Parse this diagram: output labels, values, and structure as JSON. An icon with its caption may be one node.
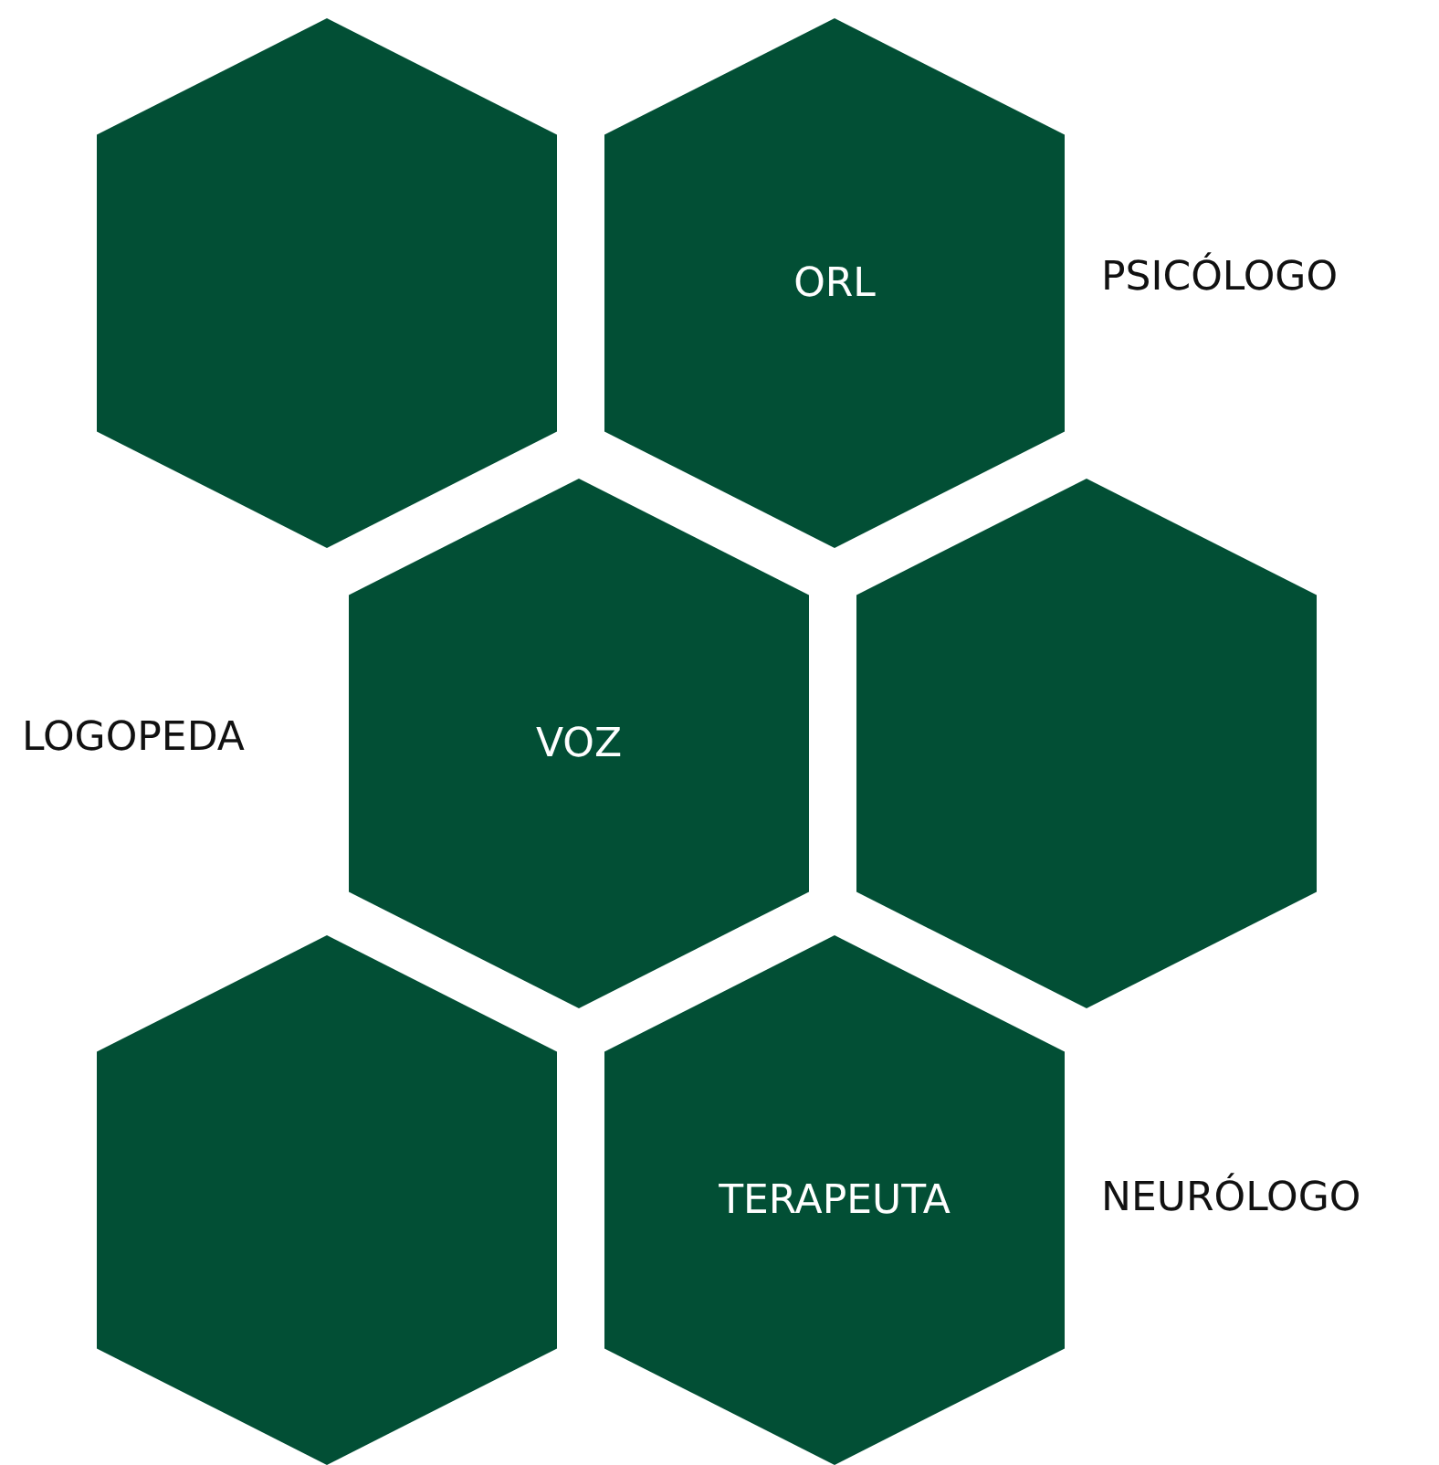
{
  "diagram": {
    "nodes": [
      {
        "text": [],
        "shape": "hexagon"
      },
      {
        "text": [
          "ORL"
        ]
      },
      {
        "text": [
          "VOZ"
        ]
      },
      {
        "text": [],
        "shape": "hexagon"
      },
      {
        "text": [],
        "shape": "hexagon"
      },
      {
        "text": [
          "TERAPEUTA"
        ]
      }
    ],
    "labels": [
      "PSICÓLOGO",
      "LOGOPEDA",
      "NEURÓLOGO"
    ]
  }
}
